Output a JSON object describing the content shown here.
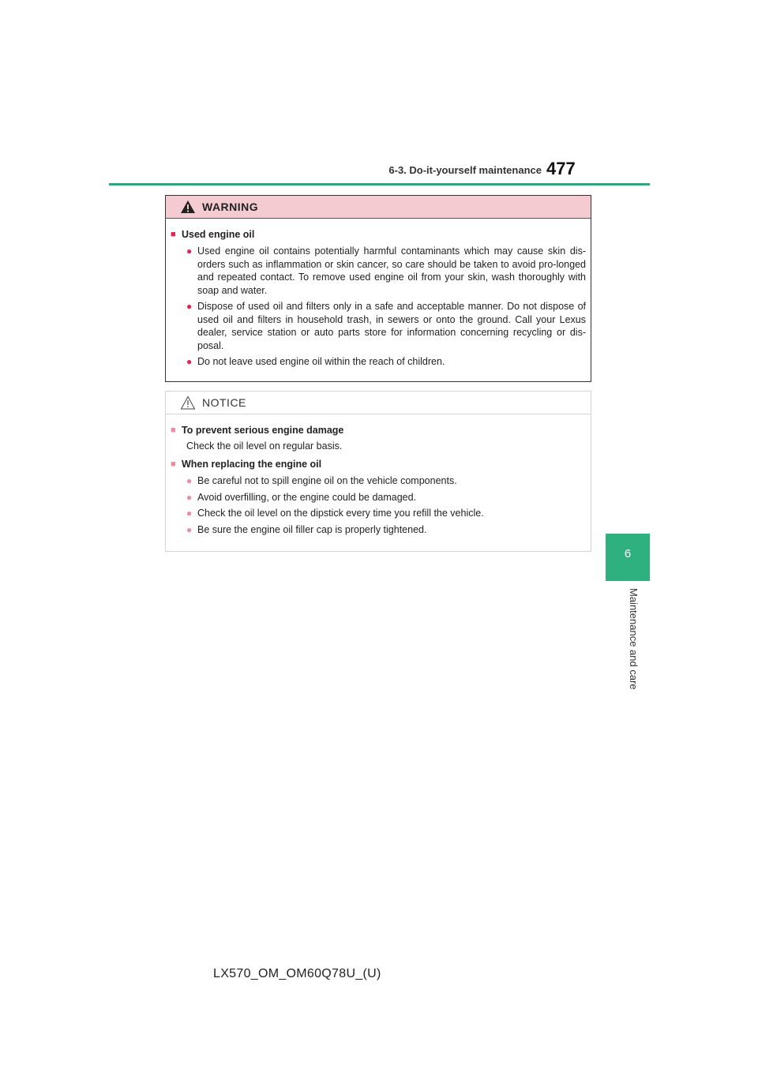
{
  "header": {
    "section": "6-3. Do-it-yourself maintenance",
    "page_number": "477"
  },
  "side_tab": {
    "chapter_number": "6",
    "chapter_title": "Maintenance and care"
  },
  "warning": {
    "label": "WARNING",
    "heading": "Used engine oil",
    "bullets": [
      "Used engine oil contains potentially harmful contaminants which may cause skin dis-orders such as inflammation or skin cancer, so care should be taken to avoid pro-longed and repeated contact. To remove used engine oil from your skin, wash thoroughly with soap and water.",
      "Dispose of used oil and filters only in a safe and acceptable manner. Do not dispose of used oil and filters in household trash, in sewers or onto the ground. Call your Lexus dealer, service station or auto parts store for information concerning recycling or dis-posal.",
      "Do not leave used engine oil within the reach of children."
    ]
  },
  "notice": {
    "label": "NOTICE",
    "heading1": "To prevent serious engine damage",
    "text1": "Check the oil level on regular basis.",
    "heading2": "When replacing the engine oil",
    "bullets": [
      "Be careful not to spill engine oil on the vehicle components.",
      "Avoid overfilling, or the engine could be damaged.",
      "Check the oil level on the dipstick every time you refill the vehicle.",
      "Be sure the engine oil filler cap is properly tightened."
    ]
  },
  "footer": {
    "code": "LX570_OM_OM60Q78U_(U)"
  },
  "colors": {
    "accent_green": "#2fb07f",
    "warning_header_bg": "#f4cbd0",
    "bullet_red": "#e4264d"
  }
}
